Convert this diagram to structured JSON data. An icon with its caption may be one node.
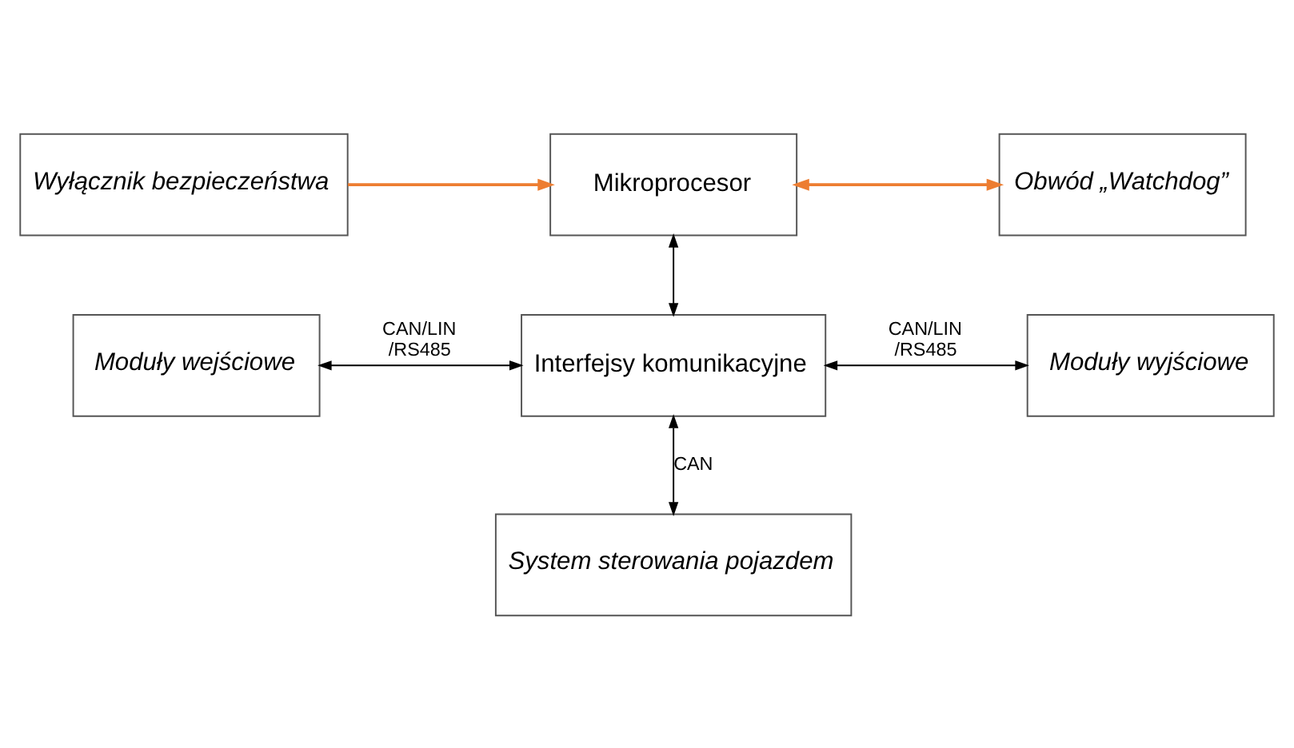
{
  "diagram": {
    "nodes": [
      {
        "text": [
          "Wyłącznik bezpieczeństwa"
        ]
      },
      {
        "text": [
          "Mikroprocesor"
        ]
      },
      {
        "text": [
          "Obwód „Watchdog”"
        ]
      },
      {
        "text": [
          "Moduły wejściowe"
        ]
      },
      {
        "text": [
          "Interfejsy komunikacyjne"
        ]
      },
      {
        "text": [
          "Moduły wyjściowe"
        ]
      },
      {
        "text": [
          "System sterowania pojazdem"
        ]
      }
    ],
    "edges": [
      {
        "from": 0,
        "to": 1,
        "arrow": "to",
        "color": "#ed7d31"
      },
      {
        "from": 1,
        "to": 2,
        "arrow": "both",
        "color": "#ed7d31"
      },
      {
        "from": 1,
        "to": 4,
        "arrow": "both"
      },
      {
        "from": 3,
        "to": 4,
        "arrow": "both",
        "label": "CAN/LIN /RS485"
      },
      {
        "from": 4,
        "to": 5,
        "arrow": "both",
        "label": "CAN/LIN /RS485"
      },
      {
        "from": 4,
        "to": 6,
        "arrow": "both",
        "label": "CAN"
      }
    ]
  }
}
